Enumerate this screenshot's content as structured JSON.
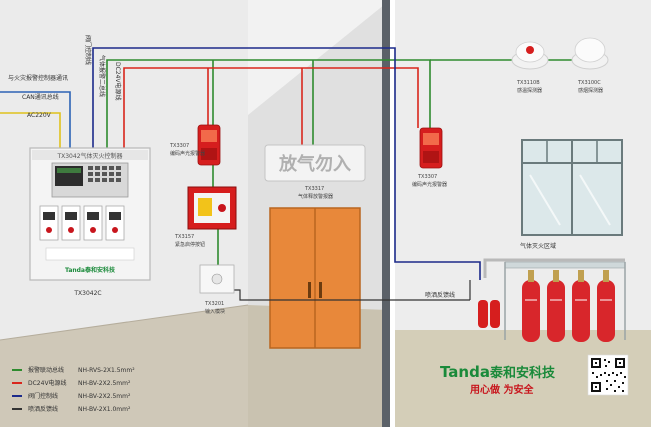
{
  "room_labels": {
    "extinguishing_zone": "气体灭火区域"
  },
  "wiring_notes": {
    "fire_controller_comm": "与火灾报警控制器通讯",
    "can_bus": "CAN通讯总线",
    "ac220v": "AC220V",
    "valve_control_line": "阀门控制线",
    "alarm_bus": "气体报警二总线",
    "dc24v_power": "DC24V电源线",
    "spray_feedback": "喷洒反馈线"
  },
  "devices": {
    "controller": {
      "model": "TX3042C",
      "panel_title": "TX3042气体灭火控制器",
      "brand": "Tanda泰和安科技"
    },
    "alarm_left": {
      "model": "TX3307",
      "name": "编码声光报警器"
    },
    "emergency_button": {
      "model": "TX3157",
      "name": "紧急启停按钮"
    },
    "input_module": {
      "model": "TX3201",
      "name": "输入模块"
    },
    "release_sign": {
      "model": "TX3317",
      "name": "气体释放警报器",
      "text": "放气勿入"
    },
    "alarm_right": {
      "model": "TX3307",
      "name": "编码声光报警器"
    },
    "smoke_detector": {
      "model": "TX3110B",
      "name": "感温探测器"
    },
    "heat_detector": {
      "model": "TX3100C",
      "name": "感烟探测器"
    }
  },
  "legend": [
    {
      "label": "报警联动总线",
      "spec": "NH-RVS-2X1.5mm²",
      "color": "#2e8b2e"
    },
    {
      "label": "DC24V电源线",
      "spec": "NH-BV-2X2.5mm²",
      "color": "#d9261c"
    },
    {
      "label": "阀门控制线",
      "spec": "NH-BV-2X2.5mm²",
      "color": "#1c2a8a"
    },
    {
      "label": "喷洒反馈线",
      "spec": "NH-BV-2X1.0mm²",
      "color": "#333333"
    }
  ],
  "brand": {
    "name_latin": "Tanda",
    "name_cn": "泰和安科技",
    "slogan": "用心做  为安全"
  },
  "colors": {
    "green_bus": "#2e8b2e",
    "red_power": "#d9261c",
    "blue_valve": "#1c2a8a",
    "black_feedback": "#333333",
    "brand_green": "#1a8a3a",
    "brand_red": "#c8161d"
  }
}
